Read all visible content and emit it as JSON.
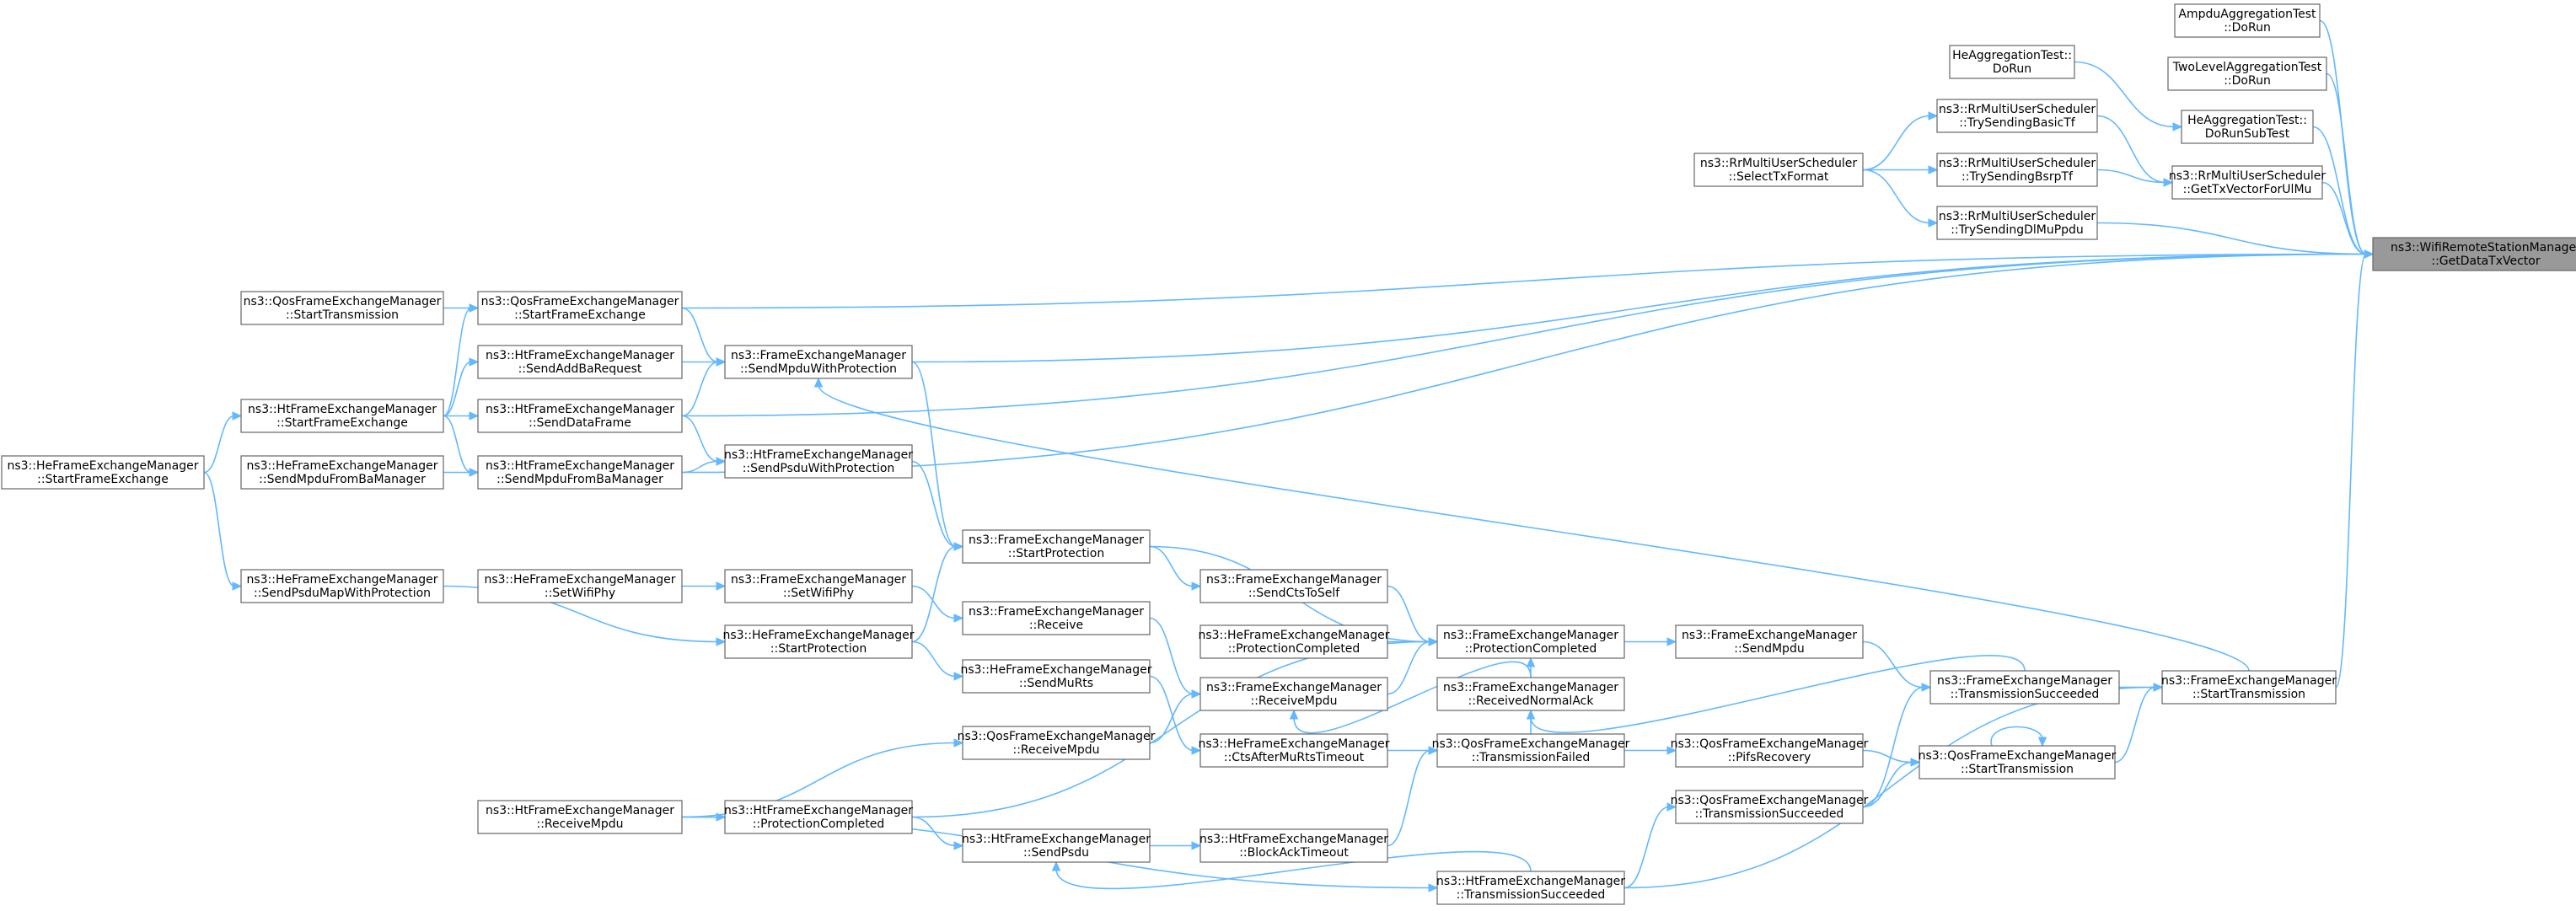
{
  "graph": {
    "root": "n_root",
    "nodes": [
      {
        "id": "n_root",
        "lines": [
          "ns3::WifiRemoteStationManager",
          "::GetDataTxVector"
        ],
        "root": true
      },
      {
        "id": "n_ampdu",
        "lines": [
          "AmpduAggregationTest",
          "::DoRun"
        ]
      },
      {
        "id": "n_twolevel",
        "lines": [
          "TwoLevelAggregationTest",
          "::DoRun"
        ]
      },
      {
        "id": "n_heaggrun",
        "lines": [
          "HeAggregationTest::",
          "DoRun"
        ]
      },
      {
        "id": "n_heaggsub",
        "lines": [
          "HeAggregationTest::",
          "DoRunSubTest"
        ]
      },
      {
        "id": "n_rrgettx",
        "lines": [
          "ns3::RrMultiUserScheduler",
          "::GetTxVectorForUlMu"
        ]
      },
      {
        "id": "n_rrbasic",
        "lines": [
          "ns3::RrMultiUserScheduler",
          "::TrySendingBasicTf"
        ]
      },
      {
        "id": "n_rrbsrp",
        "lines": [
          "ns3::RrMultiUserScheduler",
          "::TrySendingBsrpTf"
        ]
      },
      {
        "id": "n_rrdlmu",
        "lines": [
          "ns3::RrMultiUserScheduler",
          "::TrySendingDlMuPpdu"
        ]
      },
      {
        "id": "n_rrselect",
        "lines": [
          "ns3::RrMultiUserScheduler",
          "::SelectTxFormat"
        ]
      },
      {
        "id": "n_qosstartfe",
        "lines": [
          "ns3::QosFrameExchangeManager",
          "::StartFrameExchange"
        ]
      },
      {
        "id": "n_qosstarttx_left",
        "lines": [
          "ns3::QosFrameExchangeManager",
          "::StartTransmission"
        ]
      },
      {
        "id": "n_htaddba",
        "lines": [
          "ns3::HtFrameExchangeManager",
          "::SendAddBaRequest"
        ]
      },
      {
        "id": "n_fesendmpduprot",
        "lines": [
          "ns3::FrameExchangeManager",
          "::SendMpduWithProtection"
        ]
      },
      {
        "id": "n_htstartfe",
        "lines": [
          "ns3::HtFrameExchangeManager",
          "::StartFrameExchange"
        ]
      },
      {
        "id": "n_htsenddata",
        "lines": [
          "ns3::HtFrameExchangeManager",
          "::SendDataFrame"
        ]
      },
      {
        "id": "n_hestartfe",
        "lines": [
          "ns3::HeFrameExchangeManager",
          "::StartFrameExchange"
        ]
      },
      {
        "id": "n_hesendmpduba",
        "lines": [
          "ns3::HeFrameExchangeManager",
          "::SendMpduFromBaManager"
        ]
      },
      {
        "id": "n_htsendmpduba",
        "lines": [
          "ns3::HtFrameExchangeManager",
          "::SendMpduFromBaManager"
        ]
      },
      {
        "id": "n_htsendpsduprot",
        "lines": [
          "ns3::HtFrameExchangeManager",
          "::SendPsduWithProtection"
        ]
      },
      {
        "id": "n_festartprot",
        "lines": [
          "ns3::FrameExchangeManager",
          "::StartProtection"
        ]
      },
      {
        "id": "n_hesendpsdumap",
        "lines": [
          "ns3::HeFrameExchangeManager",
          "::SendPsduMapWithProtection"
        ]
      },
      {
        "id": "n_fesendcts",
        "lines": [
          "ns3::FrameExchangeManager",
          "::SendCtsToSelf"
        ]
      },
      {
        "id": "n_hesetwifi",
        "lines": [
          "ns3::HeFrameExchangeManager",
          "::SetWifiPhy"
        ]
      },
      {
        "id": "n_fesetwifi",
        "lines": [
          "ns3::FrameExchangeManager",
          "::SetWifiPhy"
        ]
      },
      {
        "id": "n_fereceive",
        "lines": [
          "ns3::FrameExchangeManager",
          "::Receive"
        ]
      },
      {
        "id": "n_heprotcomp",
        "lines": [
          "ns3::HeFrameExchangeManager",
          "::ProtectionCompleted"
        ]
      },
      {
        "id": "n_feprotcomp",
        "lines": [
          "ns3::FrameExchangeManager",
          "::ProtectionCompleted"
        ]
      },
      {
        "id": "n_fesendmpdu",
        "lines": [
          "ns3::FrameExchangeManager",
          "::SendMpdu"
        ]
      },
      {
        "id": "n_hestartprot",
        "lines": [
          "ns3::HeFrameExchangeManager",
          "::StartProtection"
        ]
      },
      {
        "id": "n_hesendmurts",
        "lines": [
          "ns3::HeFrameExchangeManager",
          "::SendMuRts"
        ]
      },
      {
        "id": "n_fereceivempdu",
        "lines": [
          "ns3::FrameExchangeManager",
          "::ReceiveMpdu"
        ]
      },
      {
        "id": "n_ferecvnormack",
        "lines": [
          "ns3::FrameExchangeManager",
          "::ReceivedNormalAck"
        ]
      },
      {
        "id": "n_fetxsucc",
        "lines": [
          "ns3::FrameExchangeManager",
          "::TransmissionSucceeded"
        ]
      },
      {
        "id": "n_festarttx",
        "lines": [
          "ns3::FrameExchangeManager",
          "::StartTransmission"
        ]
      },
      {
        "id": "n_qosreceivempdu",
        "lines": [
          "ns3::QosFrameExchangeManager",
          "::ReceiveMpdu"
        ]
      },
      {
        "id": "n_hectsafter",
        "lines": [
          "ns3::HeFrameExchangeManager",
          "::CtsAfterMuRtsTimeout"
        ]
      },
      {
        "id": "n_qostxfailed",
        "lines": [
          "ns3::QosFrameExchangeManager",
          "::TransmissionFailed"
        ]
      },
      {
        "id": "n_qospifs",
        "lines": [
          "ns3::QosFrameExchangeManager",
          "::PifsRecovery"
        ]
      },
      {
        "id": "n_qosstarttx",
        "lines": [
          "ns3::QosFrameExchangeManager",
          "::StartTransmission"
        ]
      },
      {
        "id": "n_htreceivempdu",
        "lines": [
          "ns3::HtFrameExchangeManager",
          "::ReceiveMpdu"
        ]
      },
      {
        "id": "n_htprotcomp",
        "lines": [
          "ns3::HtFrameExchangeManager",
          "::ProtectionCompleted"
        ]
      },
      {
        "id": "n_qostxsucc",
        "lines": [
          "ns3::QosFrameExchangeManager",
          "::TransmissionSucceeded"
        ]
      },
      {
        "id": "n_htsendpsdu",
        "lines": [
          "ns3::HtFrameExchangeManager",
          "::SendPsdu"
        ]
      },
      {
        "id": "n_htblockack",
        "lines": [
          "ns3::HtFrameExchangeManager",
          "::BlockAckTimeout"
        ]
      },
      {
        "id": "n_httxsucc",
        "lines": [
          "ns3::HtFrameExchangeManager",
          "::TransmissionSucceeded"
        ]
      }
    ],
    "edges": [
      {
        "from": "n_ampdu",
        "to": "n_root"
      },
      {
        "from": "n_twolevel",
        "to": "n_root"
      },
      {
        "from": "n_heaggsub",
        "to": "n_root"
      },
      {
        "from": "n_rrgettx",
        "to": "n_root"
      },
      {
        "from": "n_rrdlmu",
        "to": "n_root"
      },
      {
        "from": "n_qosstartfe",
        "to": "n_root"
      },
      {
        "from": "n_fesendmpduprot",
        "to": "n_root"
      },
      {
        "from": "n_htsenddata",
        "to": "n_root"
      },
      {
        "from": "n_htsendmpduba",
        "to": "n_root"
      },
      {
        "from": "n_festarttx",
        "to": "n_root"
      },
      {
        "from": "n_heaggrun",
        "to": "n_heaggsub"
      },
      {
        "from": "n_rrbasic",
        "to": "n_rrgettx"
      },
      {
        "from": "n_rrbsrp",
        "to": "n_rrgettx"
      },
      {
        "from": "n_rrselect",
        "to": "n_rrbasic"
      },
      {
        "from": "n_rrselect",
        "to": "n_rrbsrp"
      },
      {
        "from": "n_rrselect",
        "to": "n_rrdlmu"
      },
      {
        "from": "n_qosstarttx_left",
        "to": "n_qosstartfe"
      },
      {
        "from": "n_htstartfe",
        "to": "n_qosstartfe"
      },
      {
        "from": "n_htstartfe",
        "to": "n_htaddba"
      },
      {
        "from": "n_htstartfe",
        "to": "n_htsenddata"
      },
      {
        "from": "n_htstartfe",
        "to": "n_htsendmpduba"
      },
      {
        "from": "n_hestartfe",
        "to": "n_htstartfe"
      },
      {
        "from": "n_hestartfe",
        "to": "n_hesendpsdumap"
      },
      {
        "from": "n_hesendmpduba",
        "to": "n_htsendmpduba"
      },
      {
        "from": "n_qosstartfe",
        "to": "n_fesendmpduprot"
      },
      {
        "from": "n_htaddba",
        "to": "n_fesendmpduprot"
      },
      {
        "from": "n_htsenddata",
        "to": "n_fesendmpduprot"
      },
      {
        "from": "n_htsenddata",
        "to": "n_htsendpsduprot"
      },
      {
        "from": "n_htsendmpduba",
        "to": "n_htsendpsduprot"
      },
      {
        "from": "n_fesendmpduprot",
        "to": "n_festartprot"
      },
      {
        "from": "n_htsendpsduprot",
        "to": "n_festartprot"
      },
      {
        "from": "n_hestartprot",
        "to": "n_festartprot"
      },
      {
        "from": "n_hesendpsdumap",
        "to": "n_hestartprot"
      },
      {
        "from": "n_festartprot",
        "to": "n_fesendcts"
      },
      {
        "from": "n_festartprot",
        "to": "n_feprotcomp"
      },
      {
        "from": "n_hesetwifi",
        "to": "n_fesetwifi"
      },
      {
        "from": "n_fesetwifi",
        "to": "n_fereceive"
      },
      {
        "from": "n_fereceive",
        "to": "n_fereceivempdu"
      },
      {
        "from": "n_heprotcomp",
        "to": "n_feprotcomp"
      },
      {
        "from": "n_fesendcts",
        "to": "n_feprotcomp"
      },
      {
        "from": "n_feprotcomp",
        "to": "n_fesendmpdu"
      },
      {
        "from": "n_hestartprot",
        "to": "n_hesendmurts"
      },
      {
        "from": "n_hesendmurts",
        "to": "n_hectsafter"
      },
      {
        "from": "n_qosreceivempdu",
        "to": "n_fereceivempdu"
      },
      {
        "from": "n_fereceivempdu",
        "to": "n_feprotcomp"
      },
      {
        "from": "n_ferecvnormack",
        "to": "n_fereceivempdu"
      },
      {
        "from": "n_fesendmpdu",
        "to": "n_fetxsucc"
      },
      {
        "from": "n_fetxsucc",
        "to": "n_ferecvnormack"
      },
      {
        "from": "n_fetxsucc",
        "to": "n_festarttx"
      },
      {
        "from": "n_festarttx",
        "to": "n_fesendmpduprot"
      },
      {
        "from": "n_hectsafter",
        "to": "n_qostxfailed"
      },
      {
        "from": "n_qostxfailed",
        "to": "n_qospifs"
      },
      {
        "from": "n_qospifs",
        "to": "n_qosstarttx"
      },
      {
        "from": "n_qosstarttx",
        "to": "n_festarttx"
      },
      {
        "from": "n_qosstarttx",
        "to": "n_qosstarttx"
      },
      {
        "from": "n_qostxsucc",
        "to": "n_qosstarttx"
      },
      {
        "from": "n_qostxsucc",
        "to": "n_fetxsucc"
      },
      {
        "from": "n_htreceivempdu",
        "to": "n_htprotcomp"
      },
      {
        "from": "n_htreceivempdu",
        "to": "n_qosreceivempdu"
      },
      {
        "from": "n_htreceivempdu",
        "to": "n_httxsucc"
      },
      {
        "from": "n_htprotcomp",
        "to": "n_feprotcomp"
      },
      {
        "from": "n_htprotcomp",
        "to": "n_htsendpsdu"
      },
      {
        "from": "n_htsendpsdu",
        "to": "n_htblockack"
      },
      {
        "from": "n_htblockack",
        "to": "n_qostxfailed"
      },
      {
        "from": "n_httxsucc",
        "to": "n_qostxsucc"
      },
      {
        "from": "n_httxsucc",
        "to": "n_htsendpsdu"
      },
      {
        "from": "n_httxsucc",
        "to": "n_festarttx"
      },
      {
        "from": "n_qostxfailed",
        "to": "n_feprotcomp"
      }
    ]
  },
  "colors": {
    "edge": "#63b8ff",
    "node_fill": "#ffffff",
    "node_border": "#666666",
    "root_fill": "#999999"
  }
}
